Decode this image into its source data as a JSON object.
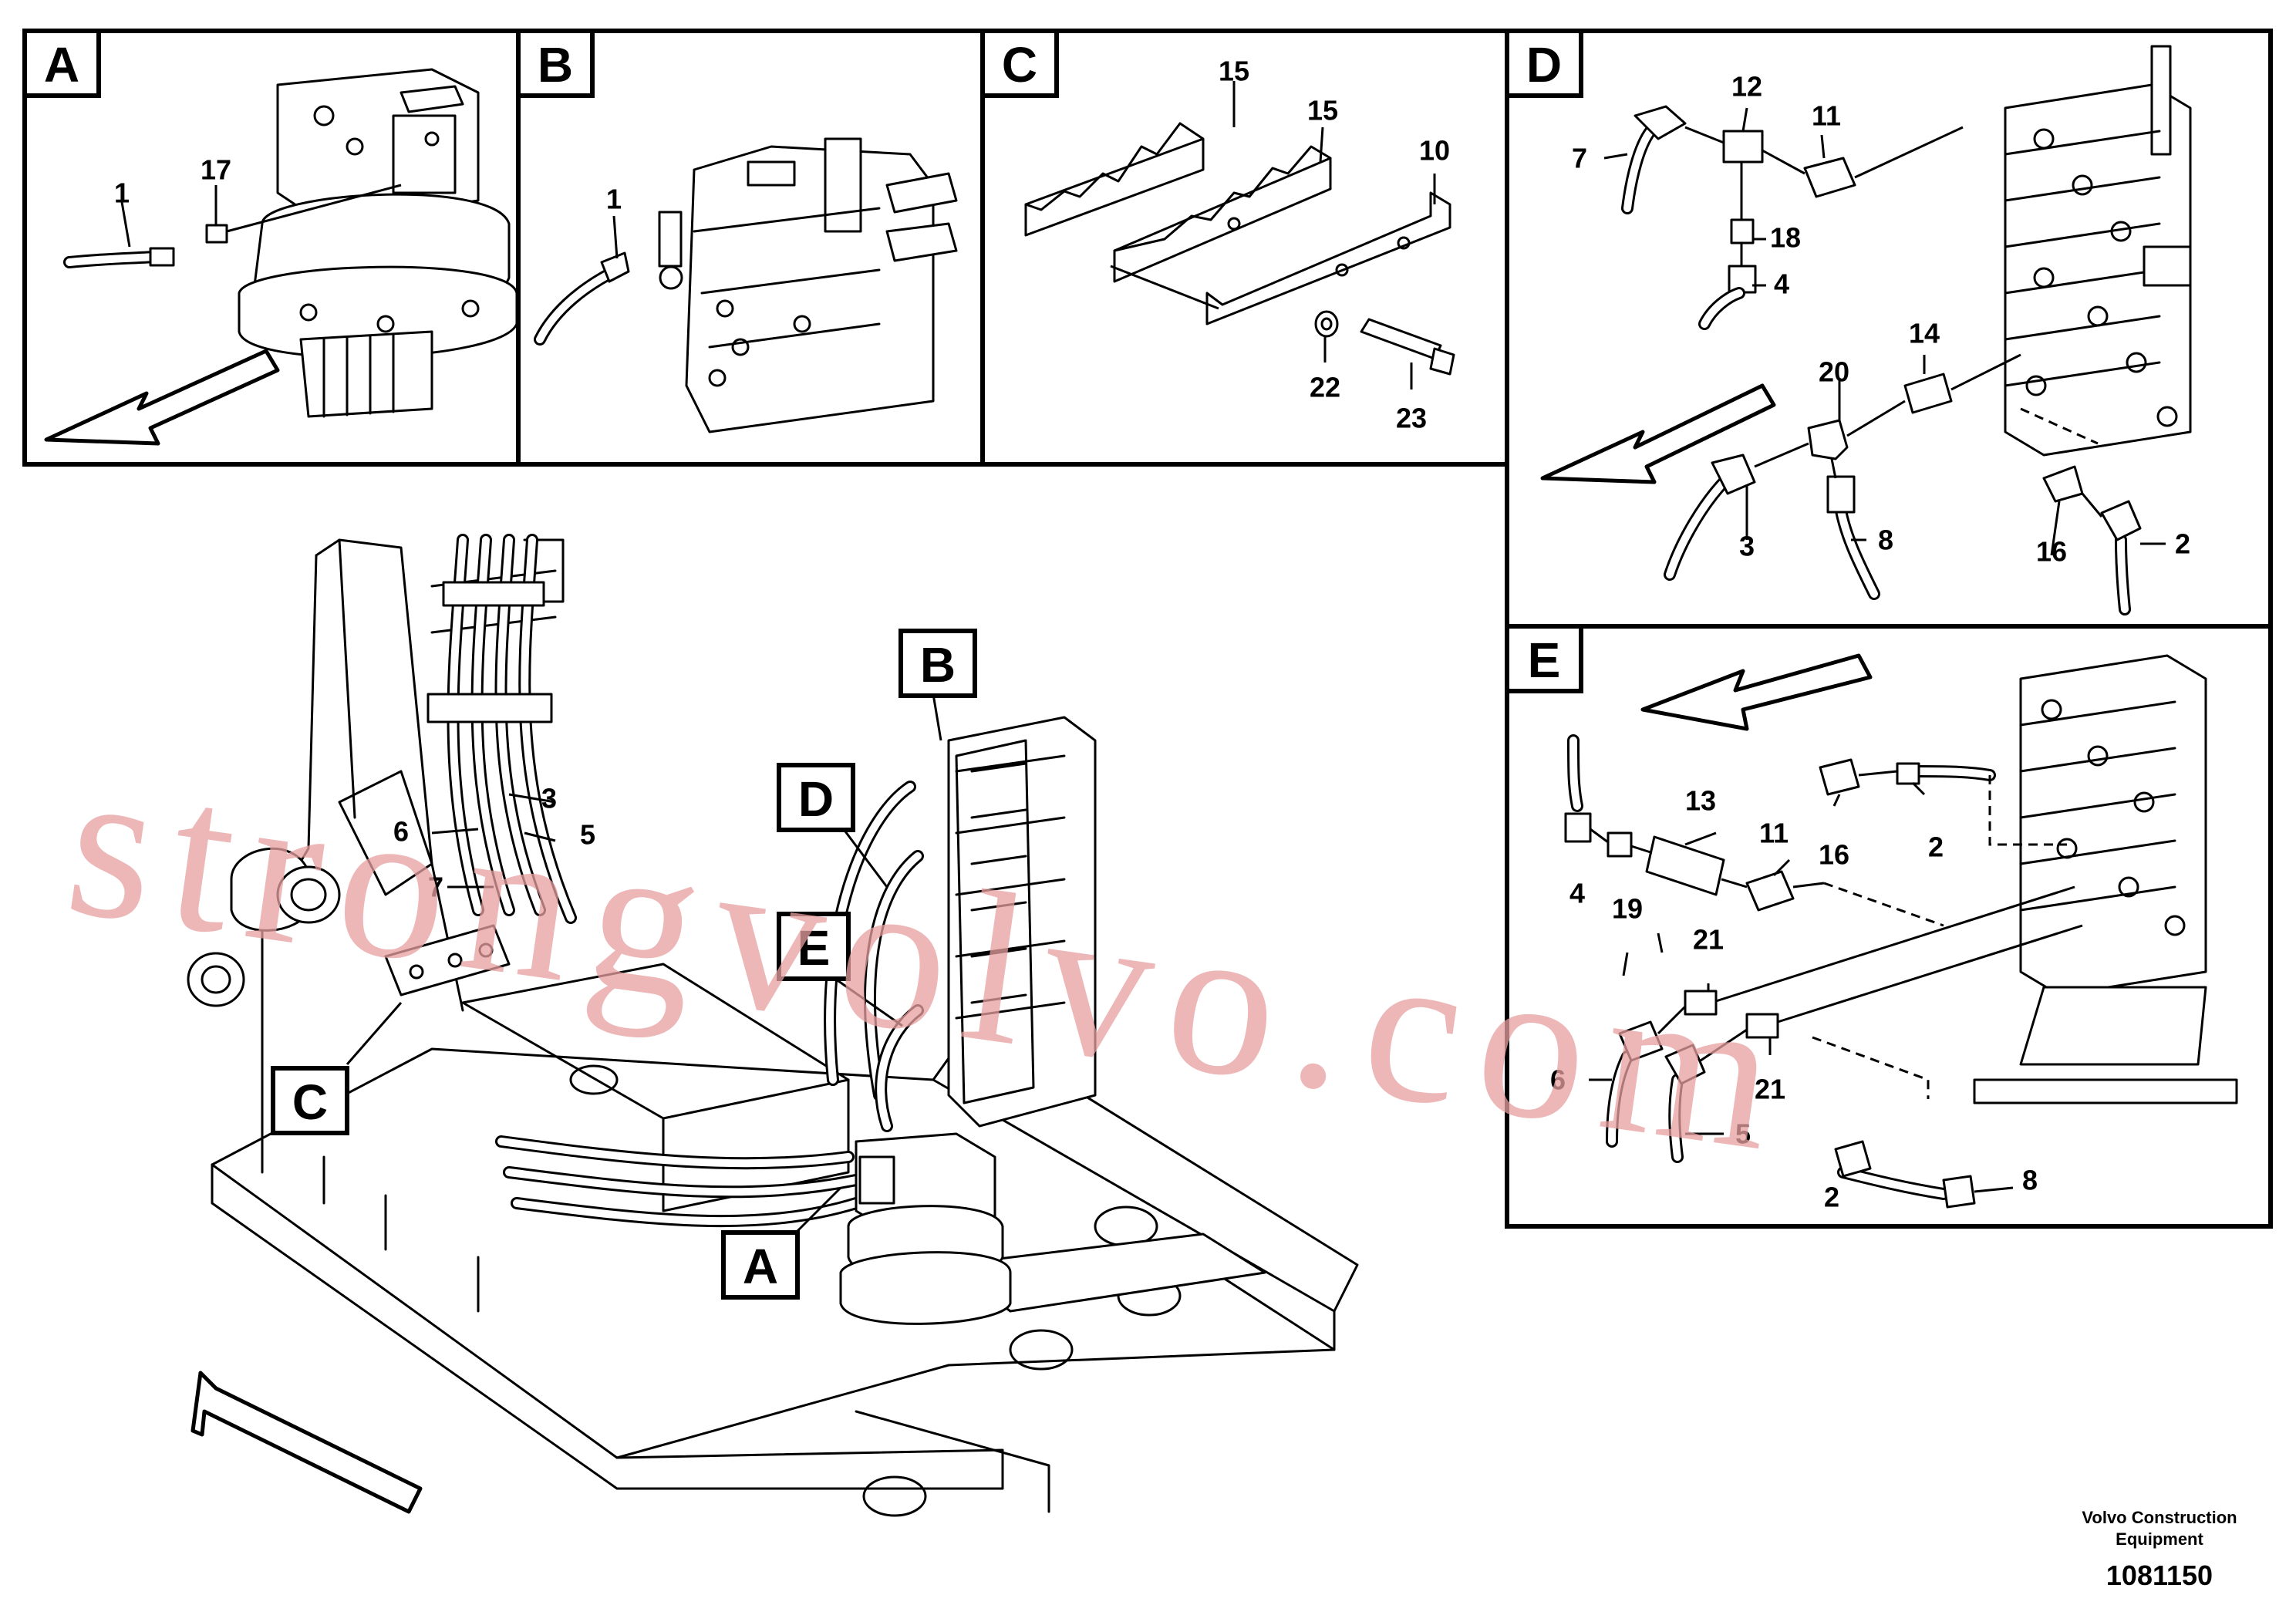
{
  "panels": [
    {
      "id": "A",
      "label": "A"
    },
    {
      "id": "B",
      "label": "B"
    },
    {
      "id": "C",
      "label": "C"
    },
    {
      "id": "D",
      "label": "D"
    },
    {
      "id": "E",
      "label": "E"
    }
  ],
  "main_callouts": {
    "A": "A",
    "B": "B",
    "C": "C",
    "D": "D",
    "E": "E"
  },
  "panel_a_numbers": [
    "1",
    "17"
  ],
  "panel_b_numbers": [
    "1"
  ],
  "panel_c_numbers": [
    "15",
    "15",
    "10",
    "22",
    "23"
  ],
  "panel_d_numbers": [
    "12",
    "11",
    "7",
    "18",
    "4",
    "20",
    "14",
    "3",
    "8",
    "16",
    "2"
  ],
  "panel_e_numbers": [
    "13",
    "11",
    "16",
    "2",
    "4",
    "19",
    "21",
    "21",
    "6",
    "5",
    "8",
    "2"
  ],
  "main_numbers": [
    "3",
    "6",
    "5",
    "7"
  ],
  "footer": {
    "company_line1": "Volvo Construction",
    "company_line2": "Equipment",
    "diagram_number": "1081150"
  },
  "watermark": "strongvolvo.com"
}
